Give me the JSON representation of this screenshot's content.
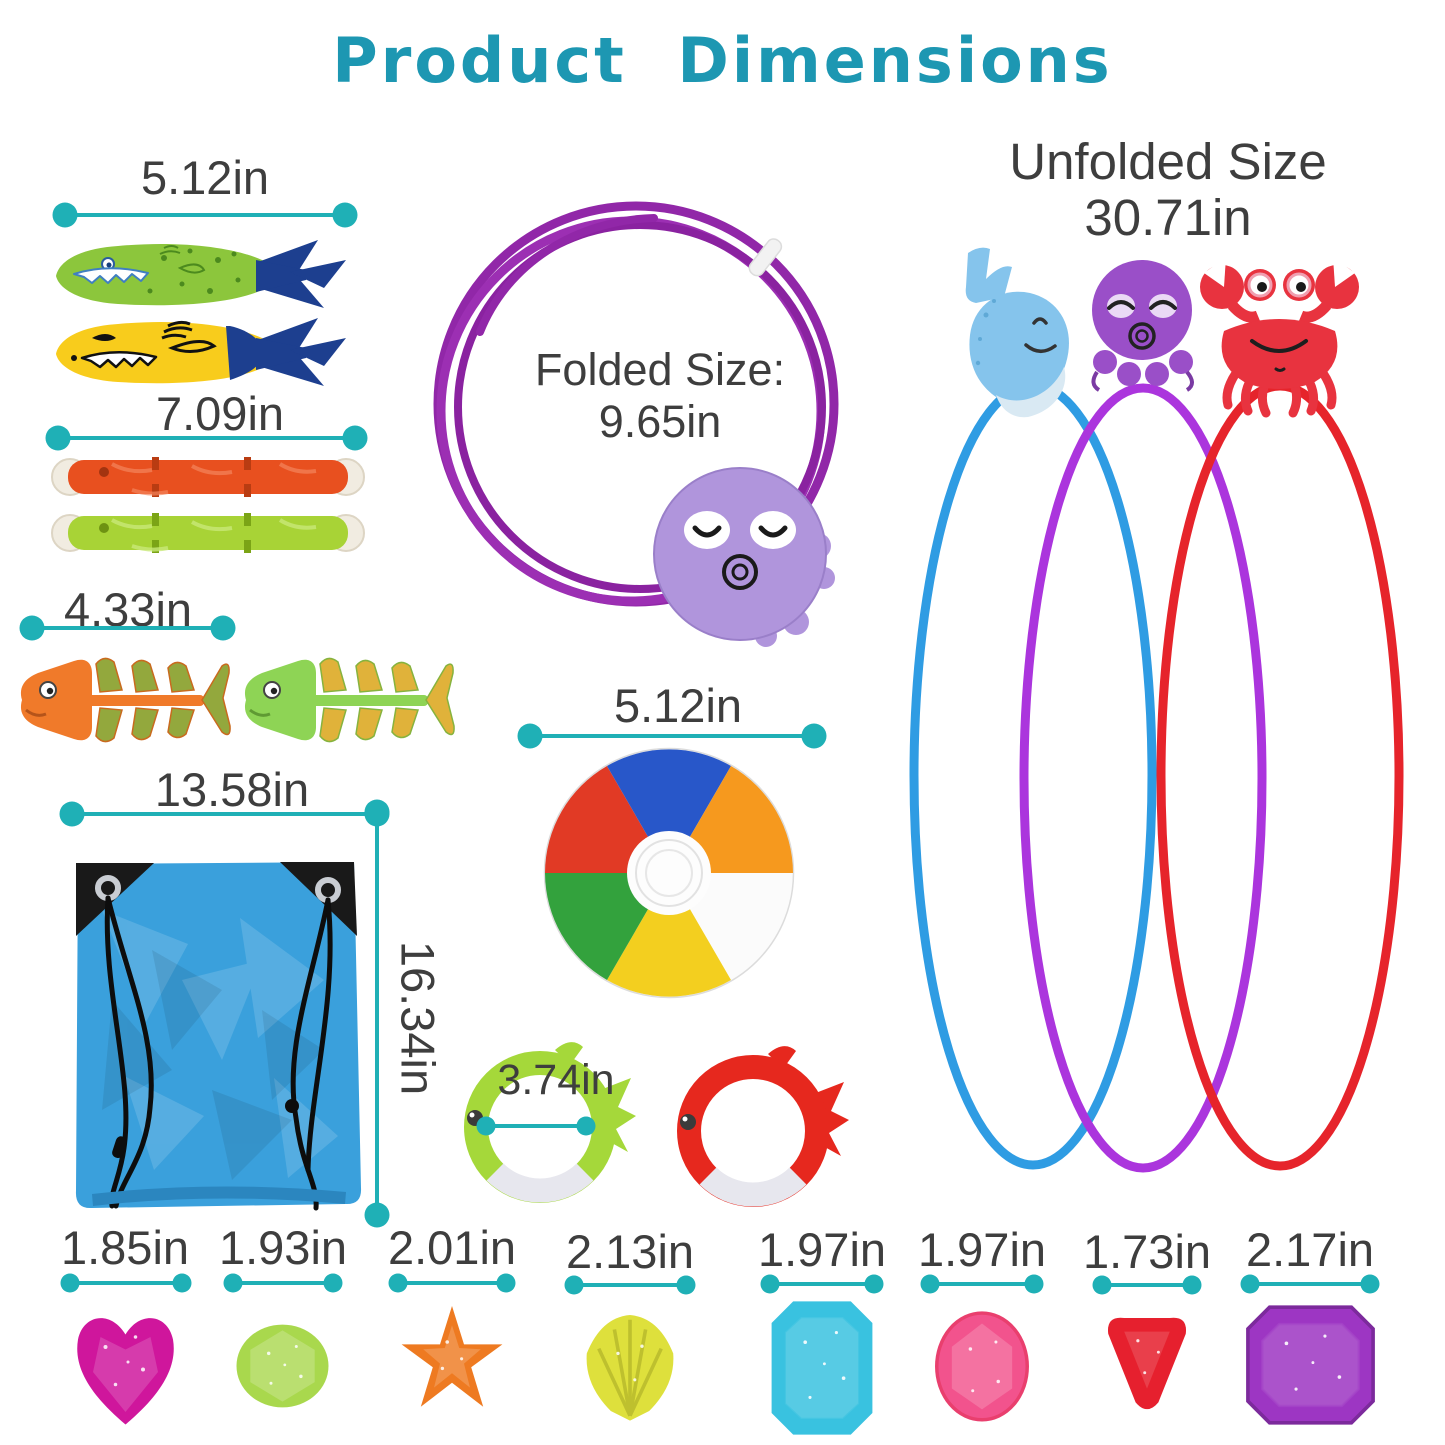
{
  "title": "Product Dimensions",
  "colors": {
    "accent_teal": "#1fb0b6",
    "title_teal": "#1d97b2",
    "label_gray": "#3e3e3e"
  },
  "items": {
    "torpedo": {
      "name": "shark torpedo toys",
      "dim": "5.12in"
    },
    "dive_stick": {
      "name": "diving sticks",
      "dim": "7.09in"
    },
    "fish_toy": {
      "name": "fish bone dive toys",
      "dim": "4.33in"
    },
    "storage_bag": {
      "name": "drawstring storage bag",
      "width": "13.58in",
      "height": "16.34in"
    },
    "swim_hoop_folded": {
      "label": "Folded Size:",
      "value": "9.65in"
    },
    "swim_hoop_unfolded": {
      "label": "Unfolded Size",
      "value": "30.71in"
    },
    "beach_ball": {
      "name": "rainbow beach ball",
      "dim": "5.12in"
    },
    "fish_ring": {
      "name": "fish dive rings",
      "dim": "3.74in"
    },
    "gems": [
      {
        "label": "1.85in",
        "shape": "heart",
        "color": "#cf169c"
      },
      {
        "label": "1.93in",
        "shape": "round",
        "color": "#a9d84d"
      },
      {
        "label": "2.01in",
        "shape": "star",
        "color": "#ee7a21"
      },
      {
        "label": "2.13in",
        "shape": "shell",
        "color": "#dee03c"
      },
      {
        "label": "1.97in",
        "shape": "emerald-rectangle",
        "color": "#39c2e0"
      },
      {
        "label": "1.97in",
        "shape": "oval",
        "color": "#f2538d"
      },
      {
        "label": "1.73in",
        "shape": "triangle",
        "color": "#e6202e"
      },
      {
        "label": "2.17in",
        "shape": "octagon-rectangle",
        "color": "#9d36c3"
      }
    ]
  }
}
